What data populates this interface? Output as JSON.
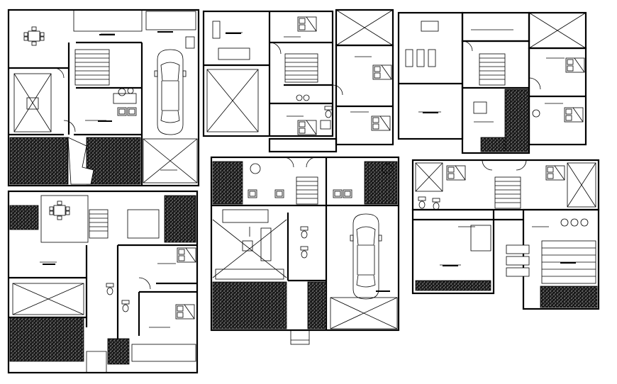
{
  "drawing": {
    "line_color": "#000000",
    "background_color": "#ffffff",
    "plans": [
      {
        "id": "plan-1",
        "content": [
          "dining-table",
          "stair",
          "car",
          "desk",
          "void",
          "landscape"
        ]
      },
      {
        "id": "plan-2",
        "content": [
          "sofa",
          "beds",
          "stair",
          "void",
          "bathroom"
        ]
      },
      {
        "id": "plan-3",
        "content": [
          "seating-row",
          "stair",
          "beds",
          "void",
          "landscape"
        ]
      },
      {
        "id": "plan-4",
        "content": [
          "dining-table",
          "stair",
          "beds",
          "void",
          "landscape",
          "bathroom"
        ]
      },
      {
        "id": "plan-5",
        "content": [
          "seating",
          "stair",
          "car",
          "planters",
          "landscape",
          "bathroom"
        ]
      },
      {
        "id": "plan-6",
        "content": [
          "beds",
          "stair",
          "void",
          "seating-row",
          "landscape",
          "bathroom"
        ]
      }
    ]
  }
}
